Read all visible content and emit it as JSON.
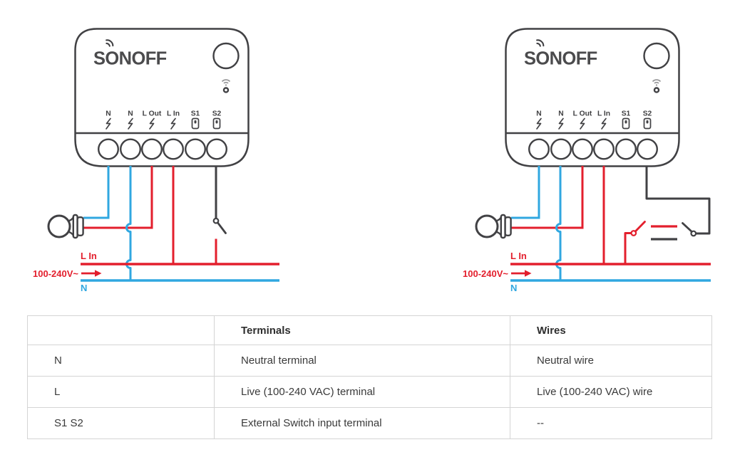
{
  "logo": {
    "text": "SONOFF"
  },
  "device": {
    "terminals": [
      {
        "label": "N",
        "icon": "lightning-icon"
      },
      {
        "label": "N",
        "icon": "lightning-icon"
      },
      {
        "label": "L Out",
        "icon": "lightning-icon"
      },
      {
        "label": "L In",
        "icon": "lightning-icon"
      },
      {
        "label": "S1",
        "icon": "switch-rocker-icon"
      },
      {
        "label": "S2",
        "icon": "switch-rocker-icon"
      }
    ],
    "indicators": {
      "button": "pairing-button",
      "wifi": "wifi-icon",
      "led": "led-ring"
    }
  },
  "wiring": {
    "l_in_label": "L In",
    "voltage_label": "100-240V~",
    "neutral_label": "N"
  },
  "colors": {
    "live_wire": "#e31f2d",
    "neutral_wire": "#30a7e0",
    "switch_wire": "#414144",
    "device_outline": "#414144",
    "table_border": "#d4d4d4",
    "label_text": "#3a3a3a"
  },
  "table": {
    "headers": [
      "",
      "Terminals",
      "Wires"
    ],
    "rows": [
      {
        "label": "N",
        "terminal": "Neutral terminal",
        "wire": "Neutral wire"
      },
      {
        "label": "L",
        "terminal": "Live (100-240 VAC) terminal",
        "wire": "Live (100-240 VAC) wire"
      },
      {
        "label": "S1 S2",
        "terminal": "External Switch input terminal",
        "wire": "--"
      }
    ]
  }
}
